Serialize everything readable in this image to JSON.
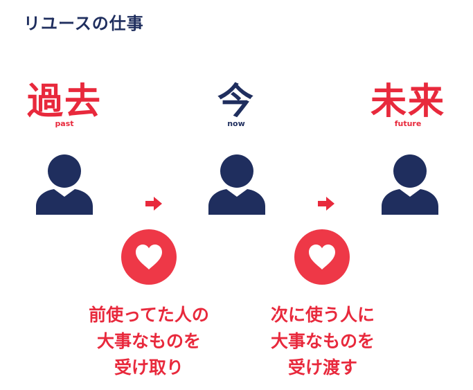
{
  "title": "リユースの仕事",
  "colors": {
    "navy": "#1f2e5e",
    "red": "#e8293c",
    "heart_bg": "#ee3847"
  },
  "eras": [
    {
      "kanji": "過去",
      "en": "past"
    },
    {
      "kanji": "今",
      "en": "now"
    },
    {
      "kanji": "未来",
      "en": "future"
    }
  ],
  "icons": {
    "person": "person-icon",
    "arrow": "arrow-right-icon",
    "heart": "heart-icon"
  },
  "captions": [
    {
      "lines": [
        "前使ってた人の",
        "大事なものを",
        "受け取り"
      ]
    },
    {
      "lines": [
        "次に使う人に",
        "大事なものを",
        "受け渡す"
      ]
    }
  ]
}
